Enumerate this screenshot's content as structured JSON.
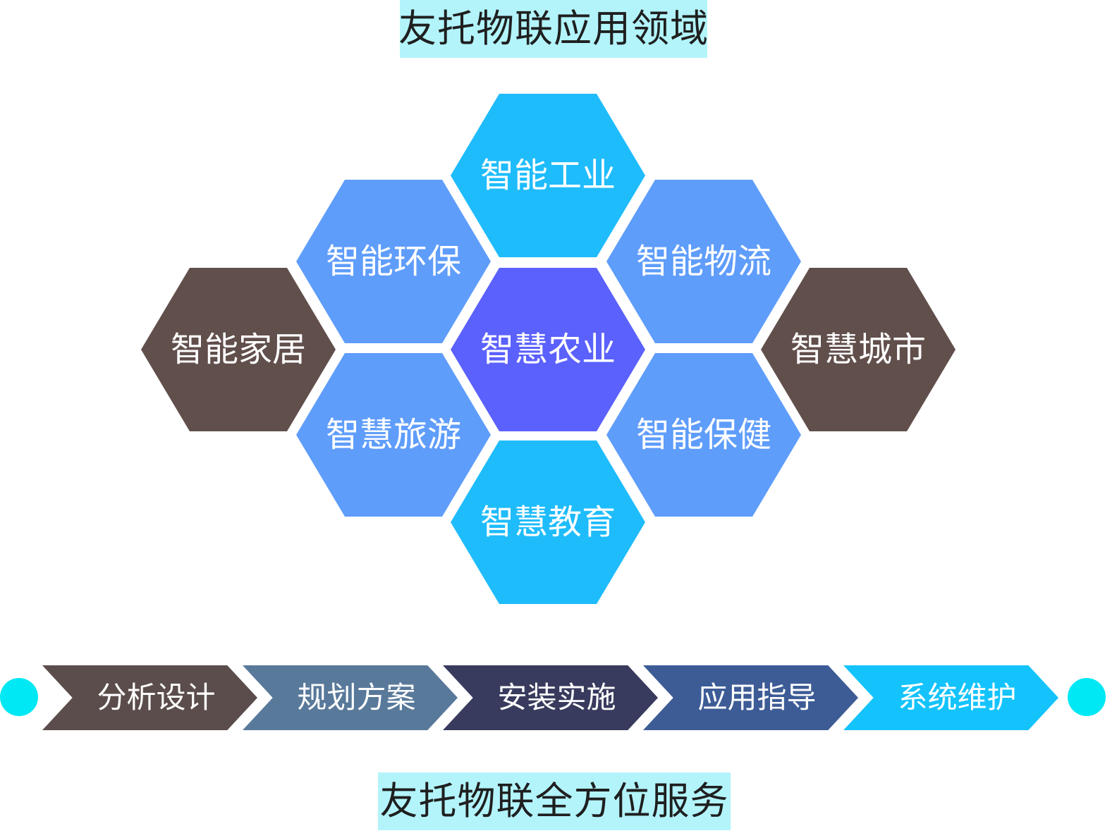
{
  "top_title": "友托物联应用领域",
  "bottom_title": "友托物联全方位服务",
  "hexagons": [
    {
      "label": "智能工业",
      "color": "#1fbcfb"
    },
    {
      "label": "智能环保",
      "color": "#5f9dfb"
    },
    {
      "label": "智能物流",
      "color": "#5f9dfb"
    },
    {
      "label": "智能家居",
      "color": "#614f4c"
    },
    {
      "label": "智慧农业",
      "color": "#5b61fc"
    },
    {
      "label": "智慧城市",
      "color": "#614f4c"
    },
    {
      "label": "智慧旅游",
      "color": "#5f9dfb"
    },
    {
      "label": "智能保健",
      "color": "#5f9dfb"
    },
    {
      "label": "智慧教育",
      "color": "#1fbcfb"
    }
  ],
  "process_steps": [
    {
      "label": "分析设计",
      "color": "#5b4d4b"
    },
    {
      "label": "规划方案",
      "color": "#58799a"
    },
    {
      "label": "安装实施",
      "color": "#383b5d"
    },
    {
      "label": "应用指导",
      "color": "#3d5c96"
    },
    {
      "label": "系统维护",
      "color": "#14c3fb"
    }
  ]
}
